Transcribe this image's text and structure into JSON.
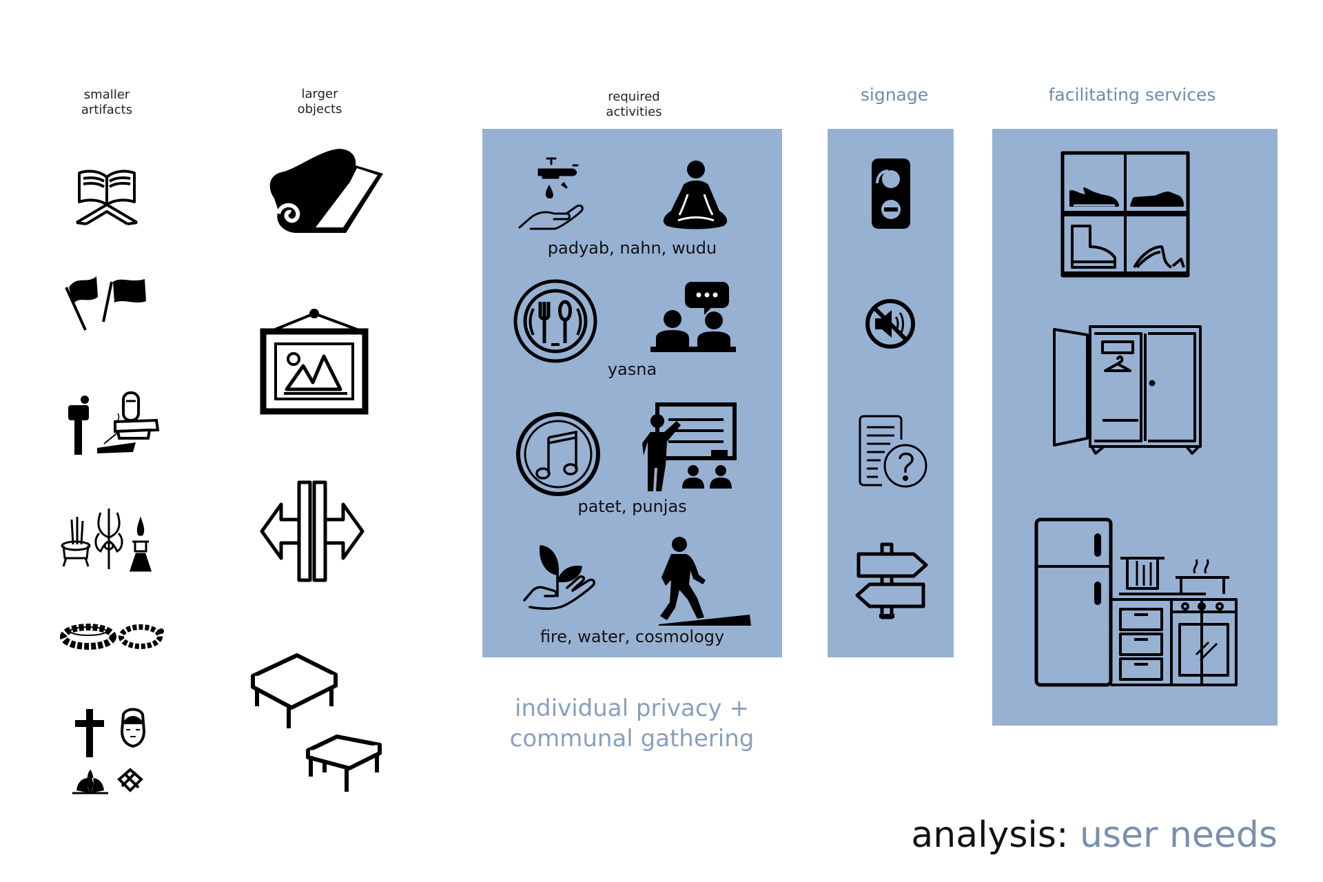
{
  "headers": {
    "smaller_artifacts": "smaller\nartifacts",
    "larger_objects": "larger\nobjects",
    "required_activities": "required\nactivities",
    "signage": "signage",
    "facilitating_services": "facilitating services"
  },
  "activities": {
    "captions": [
      "padyab, nahn, wudu",
      "yasna",
      "patet, punjas",
      "fire, water, cosmology"
    ]
  },
  "note": {
    "line1": "individual privacy +",
    "line2": "communal gathering"
  },
  "footer": {
    "prefix": "analysis:",
    "suffix": "user needs"
  },
  "icons": {
    "smaller_artifacts": [
      "quran-stand-icon",
      "flags-icon",
      "shiva-lingam-incense-icon",
      "incense-trishula-candle-icon",
      "prayer-beads-icon",
      "religious-symbols-icon"
    ],
    "larger_objects": [
      "prayer-mat-icon",
      "framed-picture-icon",
      "partition-arrows-icon",
      "low-tables-icon"
    ],
    "activities": [
      "ablution-tap-icon",
      "meditation-icon",
      "plate-cutlery-icon",
      "conversation-icon",
      "music-note-icon",
      "teaching-icon",
      "sprout-hand-icon",
      "walking-person-icon"
    ],
    "signage": [
      "do-not-disturb-icon",
      "no-sound-icon",
      "document-question-icon",
      "signpost-icon"
    ],
    "services": [
      "shoe-cubby-icon",
      "wardrobe-icon",
      "kitchen-icon"
    ]
  },
  "colors": {
    "panel": "#97b1d3",
    "heading_blue": "#6e8bab",
    "note_blue": "#87a0be",
    "footer_blue": "#7890ad"
  }
}
